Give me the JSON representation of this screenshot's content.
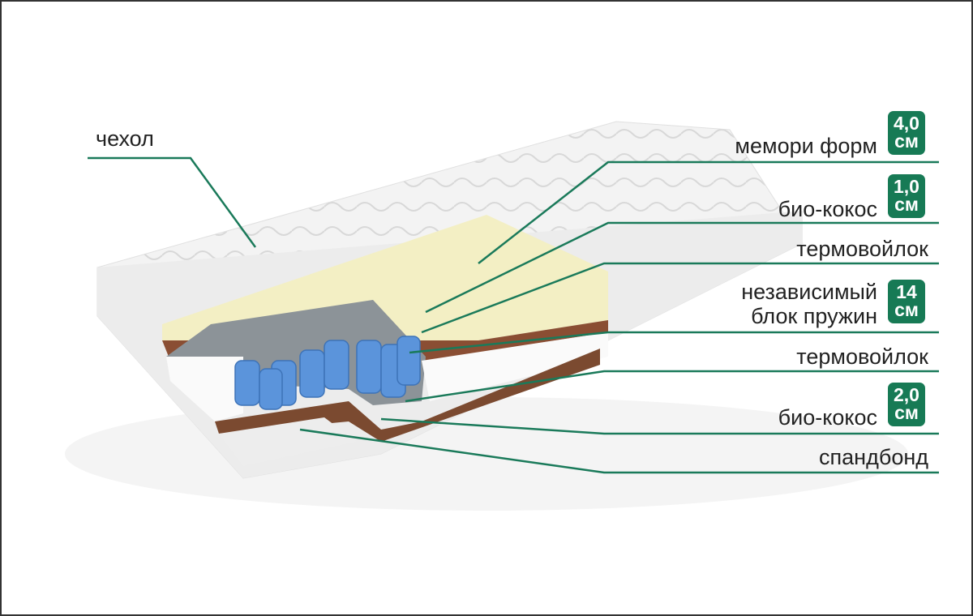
{
  "labels": {
    "cover": "чехол",
    "memory_foam": "мемори форм",
    "bio_coconut_top": "био-кокос",
    "thermofelt_top": "термовойлок",
    "spring_block_line1": "независимый",
    "spring_block_line2": "блок пружин",
    "thermofelt_bottom": "термовойлок",
    "bio_coconut_bottom": "био-кокос",
    "spunbond": "спандбонд"
  },
  "badges": {
    "memory_foam": {
      "value": "4,0",
      "unit": "см"
    },
    "bio_coconut_top": {
      "value": "1,0",
      "unit": "см"
    },
    "spring_block": {
      "value": "14",
      "unit": "см"
    },
    "bio_coconut_bottom": {
      "value": "2,0",
      "unit": "см"
    }
  },
  "colors": {
    "accent": "#177a55",
    "line": "#1a7a5a"
  }
}
